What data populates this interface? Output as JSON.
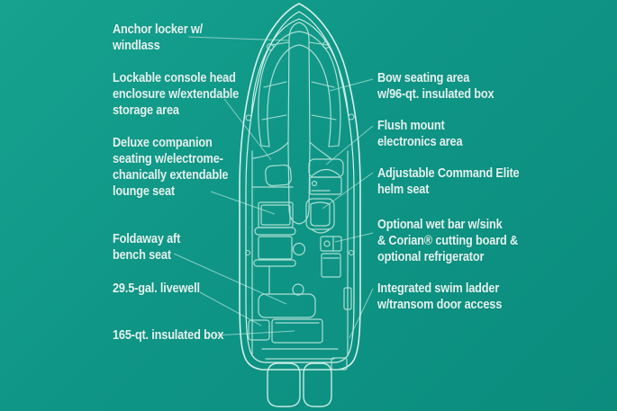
{
  "diagram": {
    "subject": "Boat deck plan, top view blueprint with feature callouts"
  },
  "colors": {
    "background_top": "#16a28f",
    "background_bottom": "#0b8c7d",
    "hull_line": "#d4f0e9",
    "detail_line": "#abdfd4",
    "leader_line": "#85cfc1",
    "label_text": "#e3f2ee"
  },
  "labels": {
    "left": [
      {
        "id": "anchor-locker",
        "text": "Anchor locker w/\nwindlass"
      },
      {
        "id": "console-head",
        "text": "Lockable console head\nenclosure w/extendable\nstorage area"
      },
      {
        "id": "companion-seating",
        "text": "Deluxe companion\nseating w/electrome-\nchanically extendable\nlounge seat"
      },
      {
        "id": "foldaway-bench",
        "text": "Foldaway aft\nbench seat"
      },
      {
        "id": "livewell",
        "text": "29.5-gal. livewell"
      },
      {
        "id": "insulated-box-165",
        "text": "165-qt. insulated box"
      }
    ],
    "right": [
      {
        "id": "bow-seating",
        "text": "Bow seating area\nw/96-qt. insulated box"
      },
      {
        "id": "flush-mount",
        "text": "Flush mount\nelectronics area"
      },
      {
        "id": "helm-seat",
        "text": "Adjustable Command Elite\nhelm seat"
      },
      {
        "id": "wet-bar",
        "text": "Optional wet bar w/sink\n& Corian® cutting board &\noptional refrigerator"
      },
      {
        "id": "swim-ladder",
        "text": "Integrated swim ladder\nw/transom door access"
      }
    ]
  }
}
